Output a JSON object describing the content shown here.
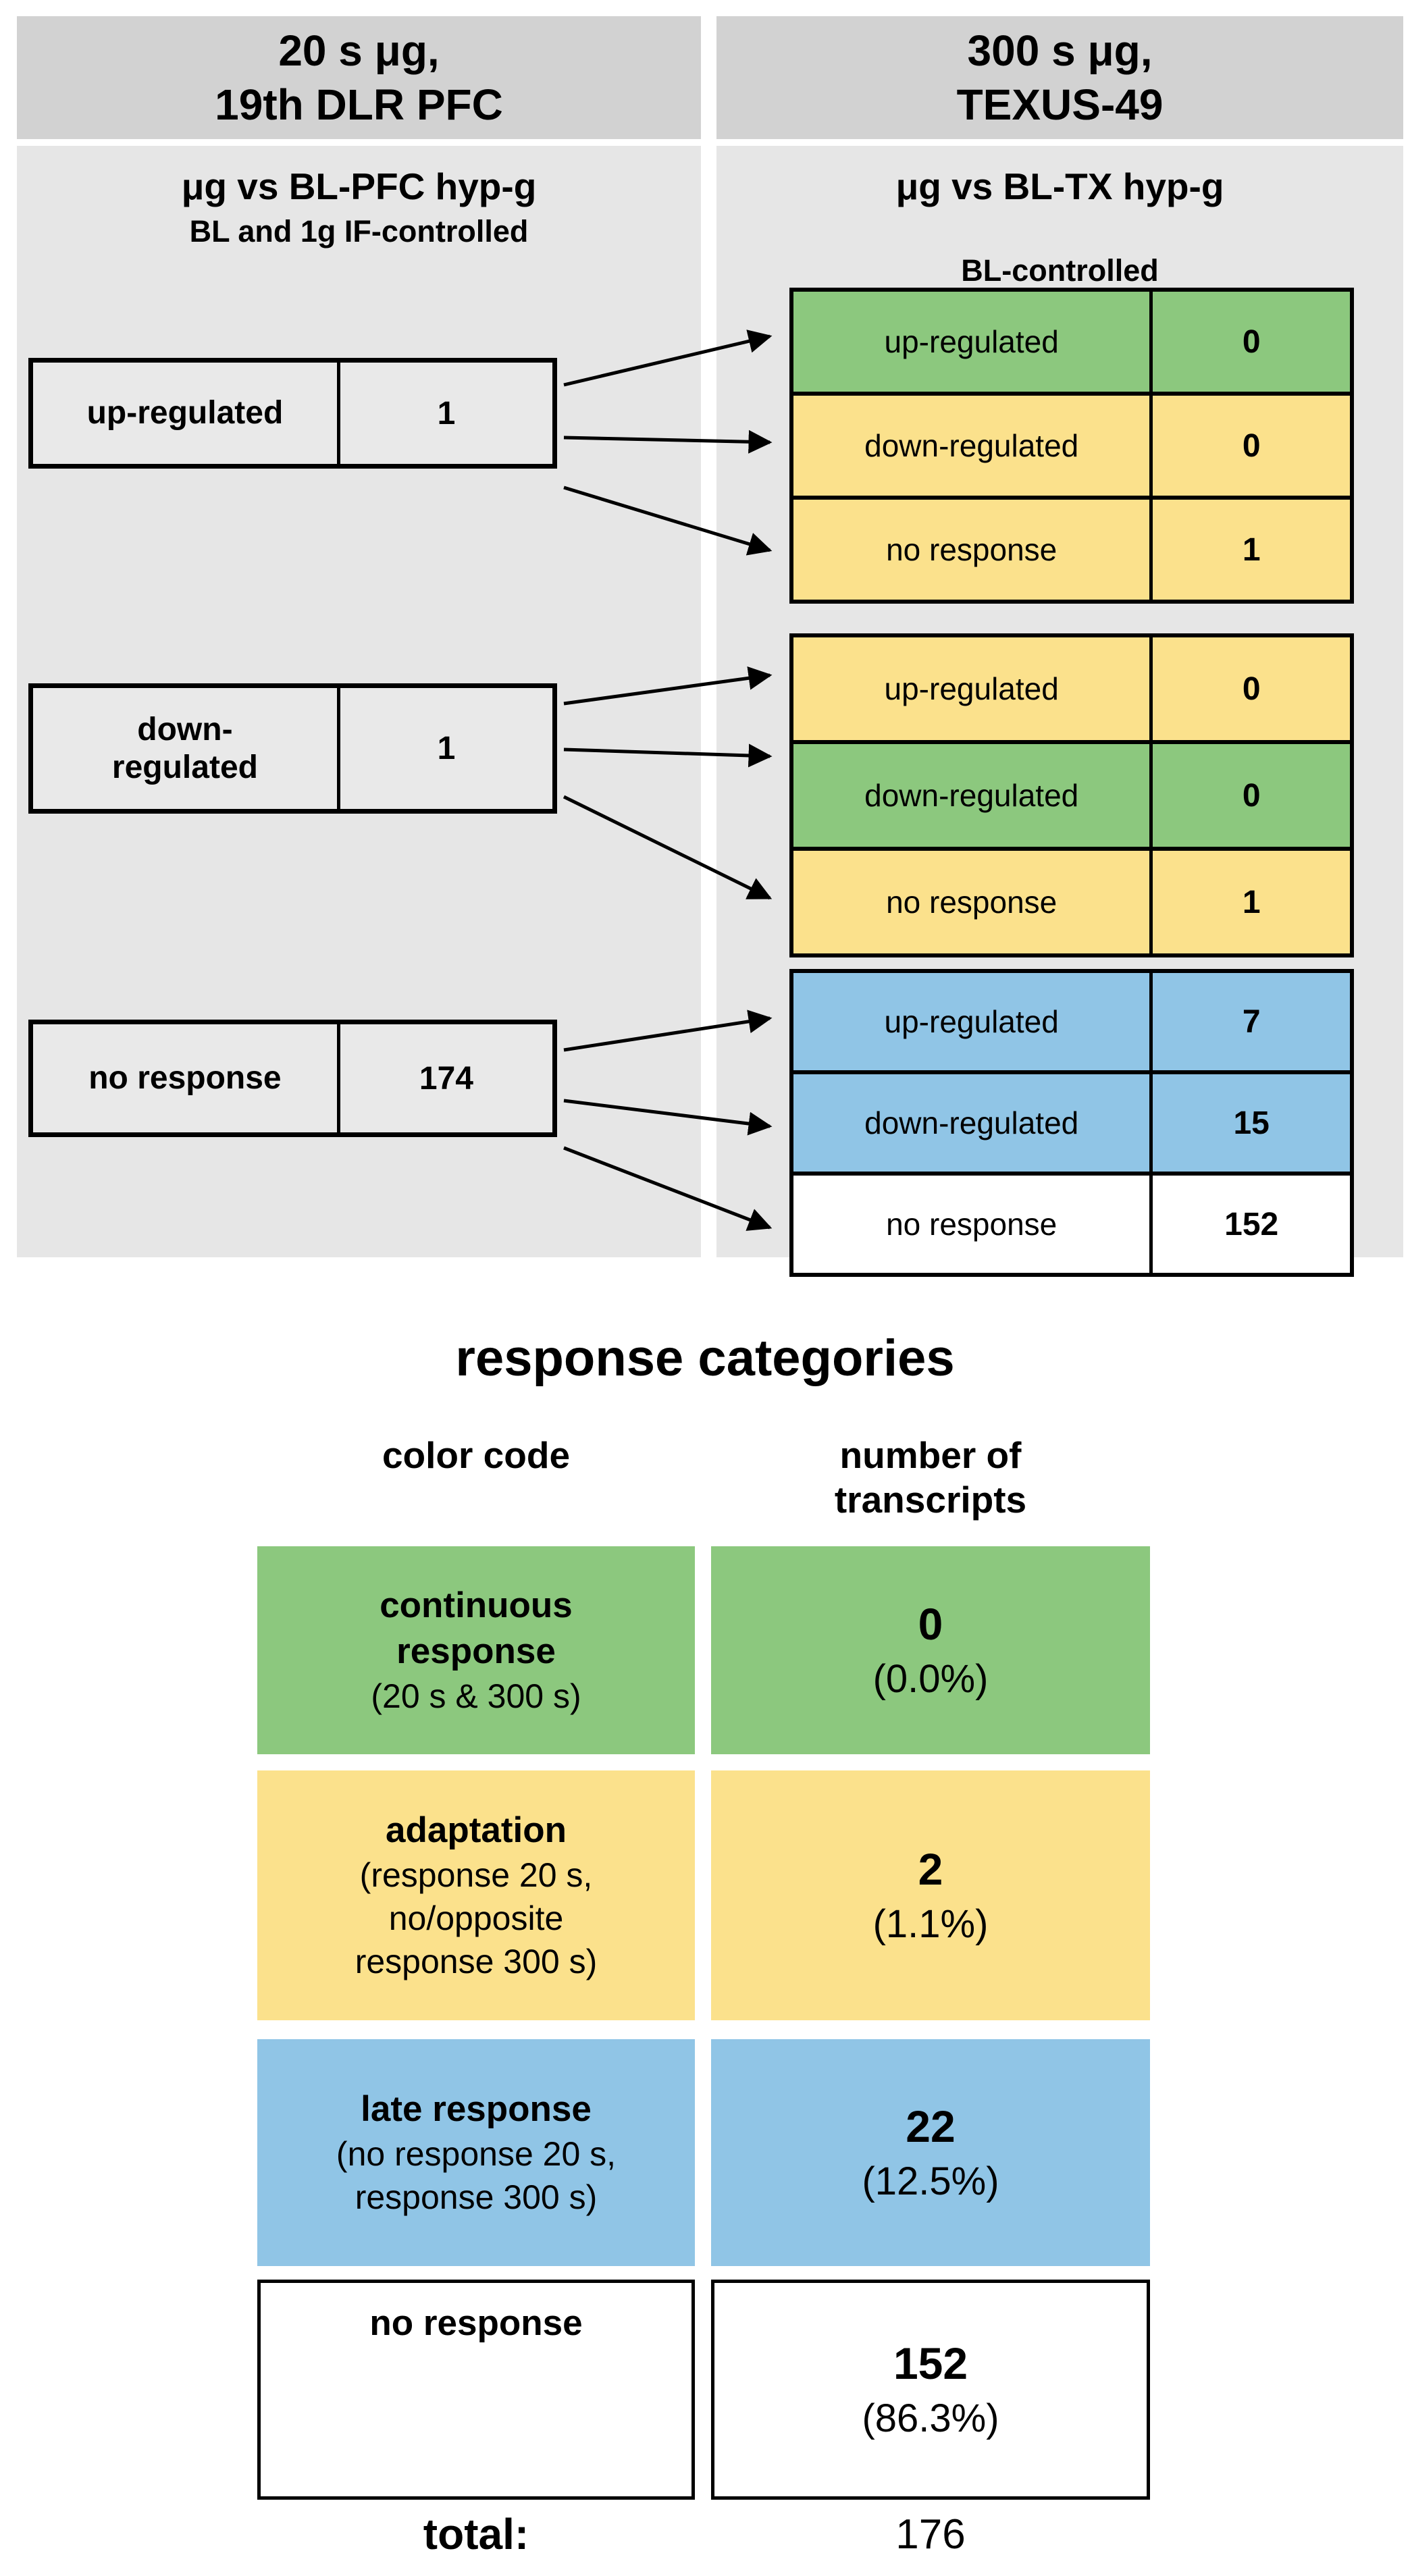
{
  "colors": {
    "green": "#8cc87e",
    "yellow": "#fbe18c",
    "blue": "#90c5e6",
    "white": "#ffffff",
    "header_gray": "#d2d2d2",
    "panel_gray": "#e6e6e6",
    "box_gray": "#e9e9e9"
  },
  "flow": {
    "left": {
      "header_line1": "20 s μg,",
      "header_line2": "19th DLR PFC",
      "subtitle_line1": "μg vs BL-PFC hyp-g",
      "subtitle_line2": "BL and 1g IF-controlled",
      "boxes": [
        {
          "label": "up-regulated",
          "label2": "",
          "value": "1"
        },
        {
          "label": "down-",
          "label2": "regulated",
          "value": "1"
        },
        {
          "label": "no response",
          "label2": "",
          "value": "174"
        }
      ]
    },
    "right": {
      "header_line1": "300 s μg,",
      "header_line2": "TEXUS-49",
      "subtitle_line1": "μg vs BL-TX hyp-g",
      "subtitle_line2": "BL-controlled",
      "groups": [
        {
          "rows": [
            {
              "label": "up-regulated",
              "value": "0",
              "color": "green"
            },
            {
              "label": "down-regulated",
              "value": "0",
              "color": "yellow"
            },
            {
              "label": "no response",
              "value": "1",
              "color": "yellow"
            }
          ]
        },
        {
          "rows": [
            {
              "label": "up-regulated",
              "value": "0",
              "color": "yellow"
            },
            {
              "label": "down-regulated",
              "value": "0",
              "color": "green"
            },
            {
              "label": "no response",
              "value": "1",
              "color": "yellow"
            }
          ]
        },
        {
          "rows": [
            {
              "label": "up-regulated",
              "value": "7",
              "color": "blue"
            },
            {
              "label": "down-regulated",
              "value": "15",
              "color": "blue"
            },
            {
              "label": "no response",
              "value": "152",
              "color": "white"
            }
          ]
        }
      ]
    }
  },
  "legend": {
    "title": "response categories",
    "col1_header": "color code",
    "col2_header_line1": "number of",
    "col2_header_line2": "transcripts",
    "rows": [
      {
        "lines": [
          "continuous",
          "response",
          "(20 s & 300 s)"
        ],
        "count": "0",
        "percent": "(0.0%)",
        "color": "green"
      },
      {
        "lines": [
          "adaptation",
          "(response 20 s,",
          "no/opposite",
          "response 300 s)"
        ],
        "count": "2",
        "percent": "(1.1%)",
        "color": "yellow"
      },
      {
        "lines": [
          "late response",
          "(no response 20 s,",
          "response 300 s)"
        ],
        "count": "22",
        "percent": "(12.5%)",
        "color": "blue"
      },
      {
        "lines": [
          "no response"
        ],
        "count": "152",
        "percent": "(86.3%)",
        "color": "white"
      }
    ],
    "total_label": "total:",
    "total_value": "176"
  }
}
